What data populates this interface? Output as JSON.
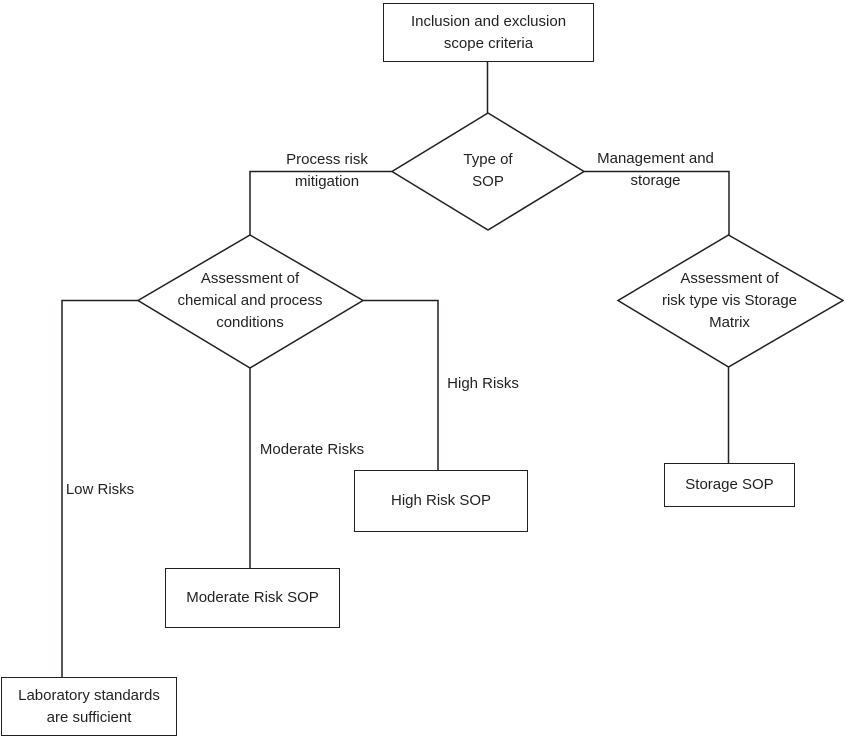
{
  "colors": {
    "line": "#231f20",
    "text": "#231f20",
    "background": "#ffffff",
    "node_fill": "#ffffff"
  },
  "nodes": {
    "inclusion": {
      "type": "box",
      "label": "Inclusion and exclusion scope criteria",
      "lines": [
        "Inclusion and exclusion",
        "scope criteria"
      ]
    },
    "type_of_sop": {
      "type": "decision",
      "label": "Type of SOP",
      "lines": [
        "Type of",
        "SOP"
      ]
    },
    "assessment_chemical": {
      "type": "decision",
      "label": "Assessment of chemical and process conditions",
      "lines": [
        "Assessment of",
        "chemical and process",
        "conditions"
      ]
    },
    "assessment_storage": {
      "type": "decision",
      "label": "Assessment of risk type vis Storage Matrix",
      "lines": [
        "Assessment of",
        "risk type vis Storage",
        "Matrix"
      ]
    },
    "high_risk_sop": {
      "type": "box",
      "label": "High Risk SOP",
      "lines": [
        "High Risk SOP"
      ]
    },
    "moderate_risk_sop": {
      "type": "box",
      "label": "Moderate Risk SOP",
      "lines": [
        "Moderate Risk SOP"
      ]
    },
    "laboratory_standards": {
      "type": "box",
      "label": "Laboratory standards are sufficient",
      "lines": [
        "Laboratory standards",
        "are sufficient"
      ]
    },
    "storage_sop": {
      "type": "box",
      "label": "Storage SOP",
      "lines": [
        "Storage SOP"
      ]
    }
  },
  "edge_labels": {
    "process_risk_mitigation": {
      "label": "Process risk mitigation",
      "lines": [
        "Process risk",
        "mitigation"
      ]
    },
    "management_and_storage": {
      "label": "Management and storage",
      "lines": [
        "Management and",
        "storage"
      ]
    },
    "low_risks": {
      "label": "Low Risks"
    },
    "moderate_risks": {
      "label": "Moderate Risks"
    },
    "high_risks": {
      "label": "High Risks"
    }
  },
  "edges": [
    {
      "from": "inclusion",
      "to": "type_of_sop",
      "label": ""
    },
    {
      "from": "type_of_sop",
      "to": "assessment_chemical",
      "label": "Process risk mitigation"
    },
    {
      "from": "type_of_sop",
      "to": "assessment_storage",
      "label": "Management and storage"
    },
    {
      "from": "assessment_chemical",
      "to": "laboratory_standards",
      "label": "Low Risks"
    },
    {
      "from": "assessment_chemical",
      "to": "moderate_risk_sop",
      "label": "Moderate Risks"
    },
    {
      "from": "assessment_chemical",
      "to": "high_risk_sop",
      "label": "High Risks"
    },
    {
      "from": "assessment_storage",
      "to": "storage_sop",
      "label": ""
    }
  ]
}
